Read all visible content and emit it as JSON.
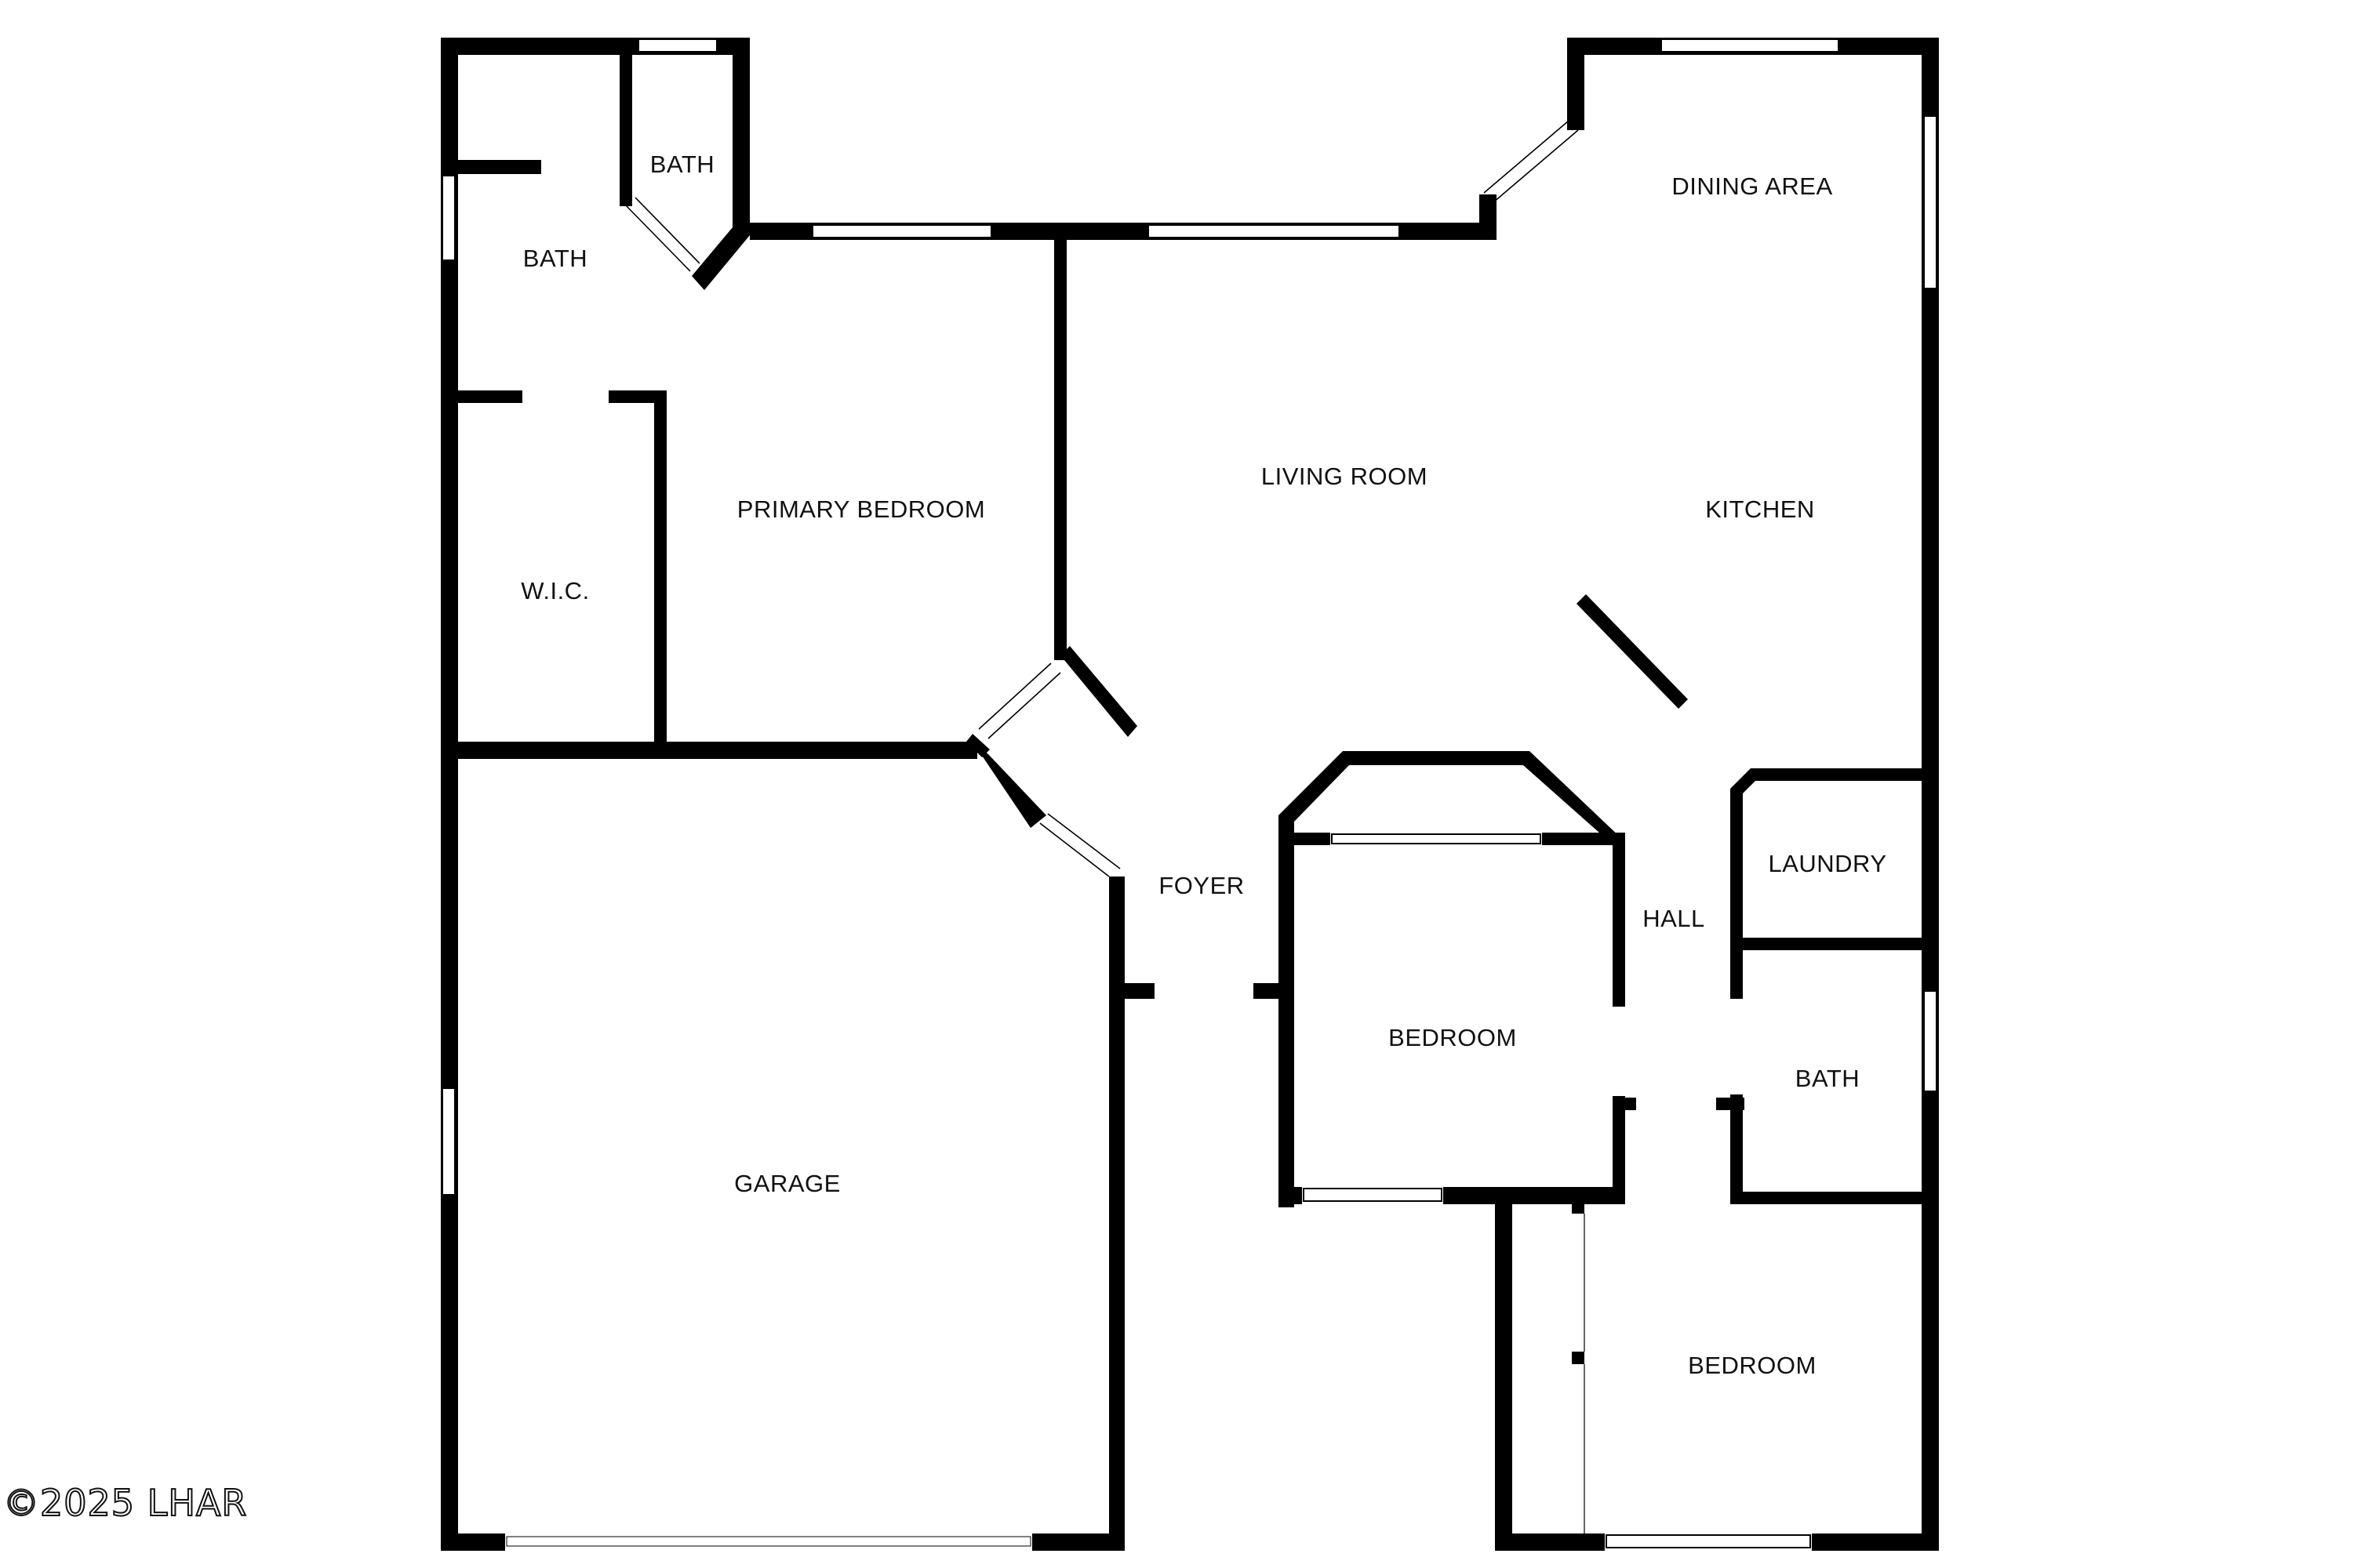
{
  "rooms": {
    "bath_small": "BATH",
    "bath_primary": "BATH",
    "wic": "W.I.C.",
    "primary_bedroom": "PRIMARY BEDROOM",
    "living_room": "LIVING ROOM",
    "dining_area": "DINING AREA",
    "kitchen": "KITCHEN",
    "foyer": "FOYER",
    "hall": "HALL",
    "laundry": "LAUNDRY",
    "bedroom_center": "BEDROOM",
    "bath_hall": "BATH",
    "bedroom_lower": "BEDROOM",
    "garage": "GARAGE"
  },
  "watermark": "©2025 LHAR",
  "colors": {
    "wall": "#000000",
    "background": "#ffffff",
    "window": "#ffffff",
    "window_outline": "#000000"
  }
}
